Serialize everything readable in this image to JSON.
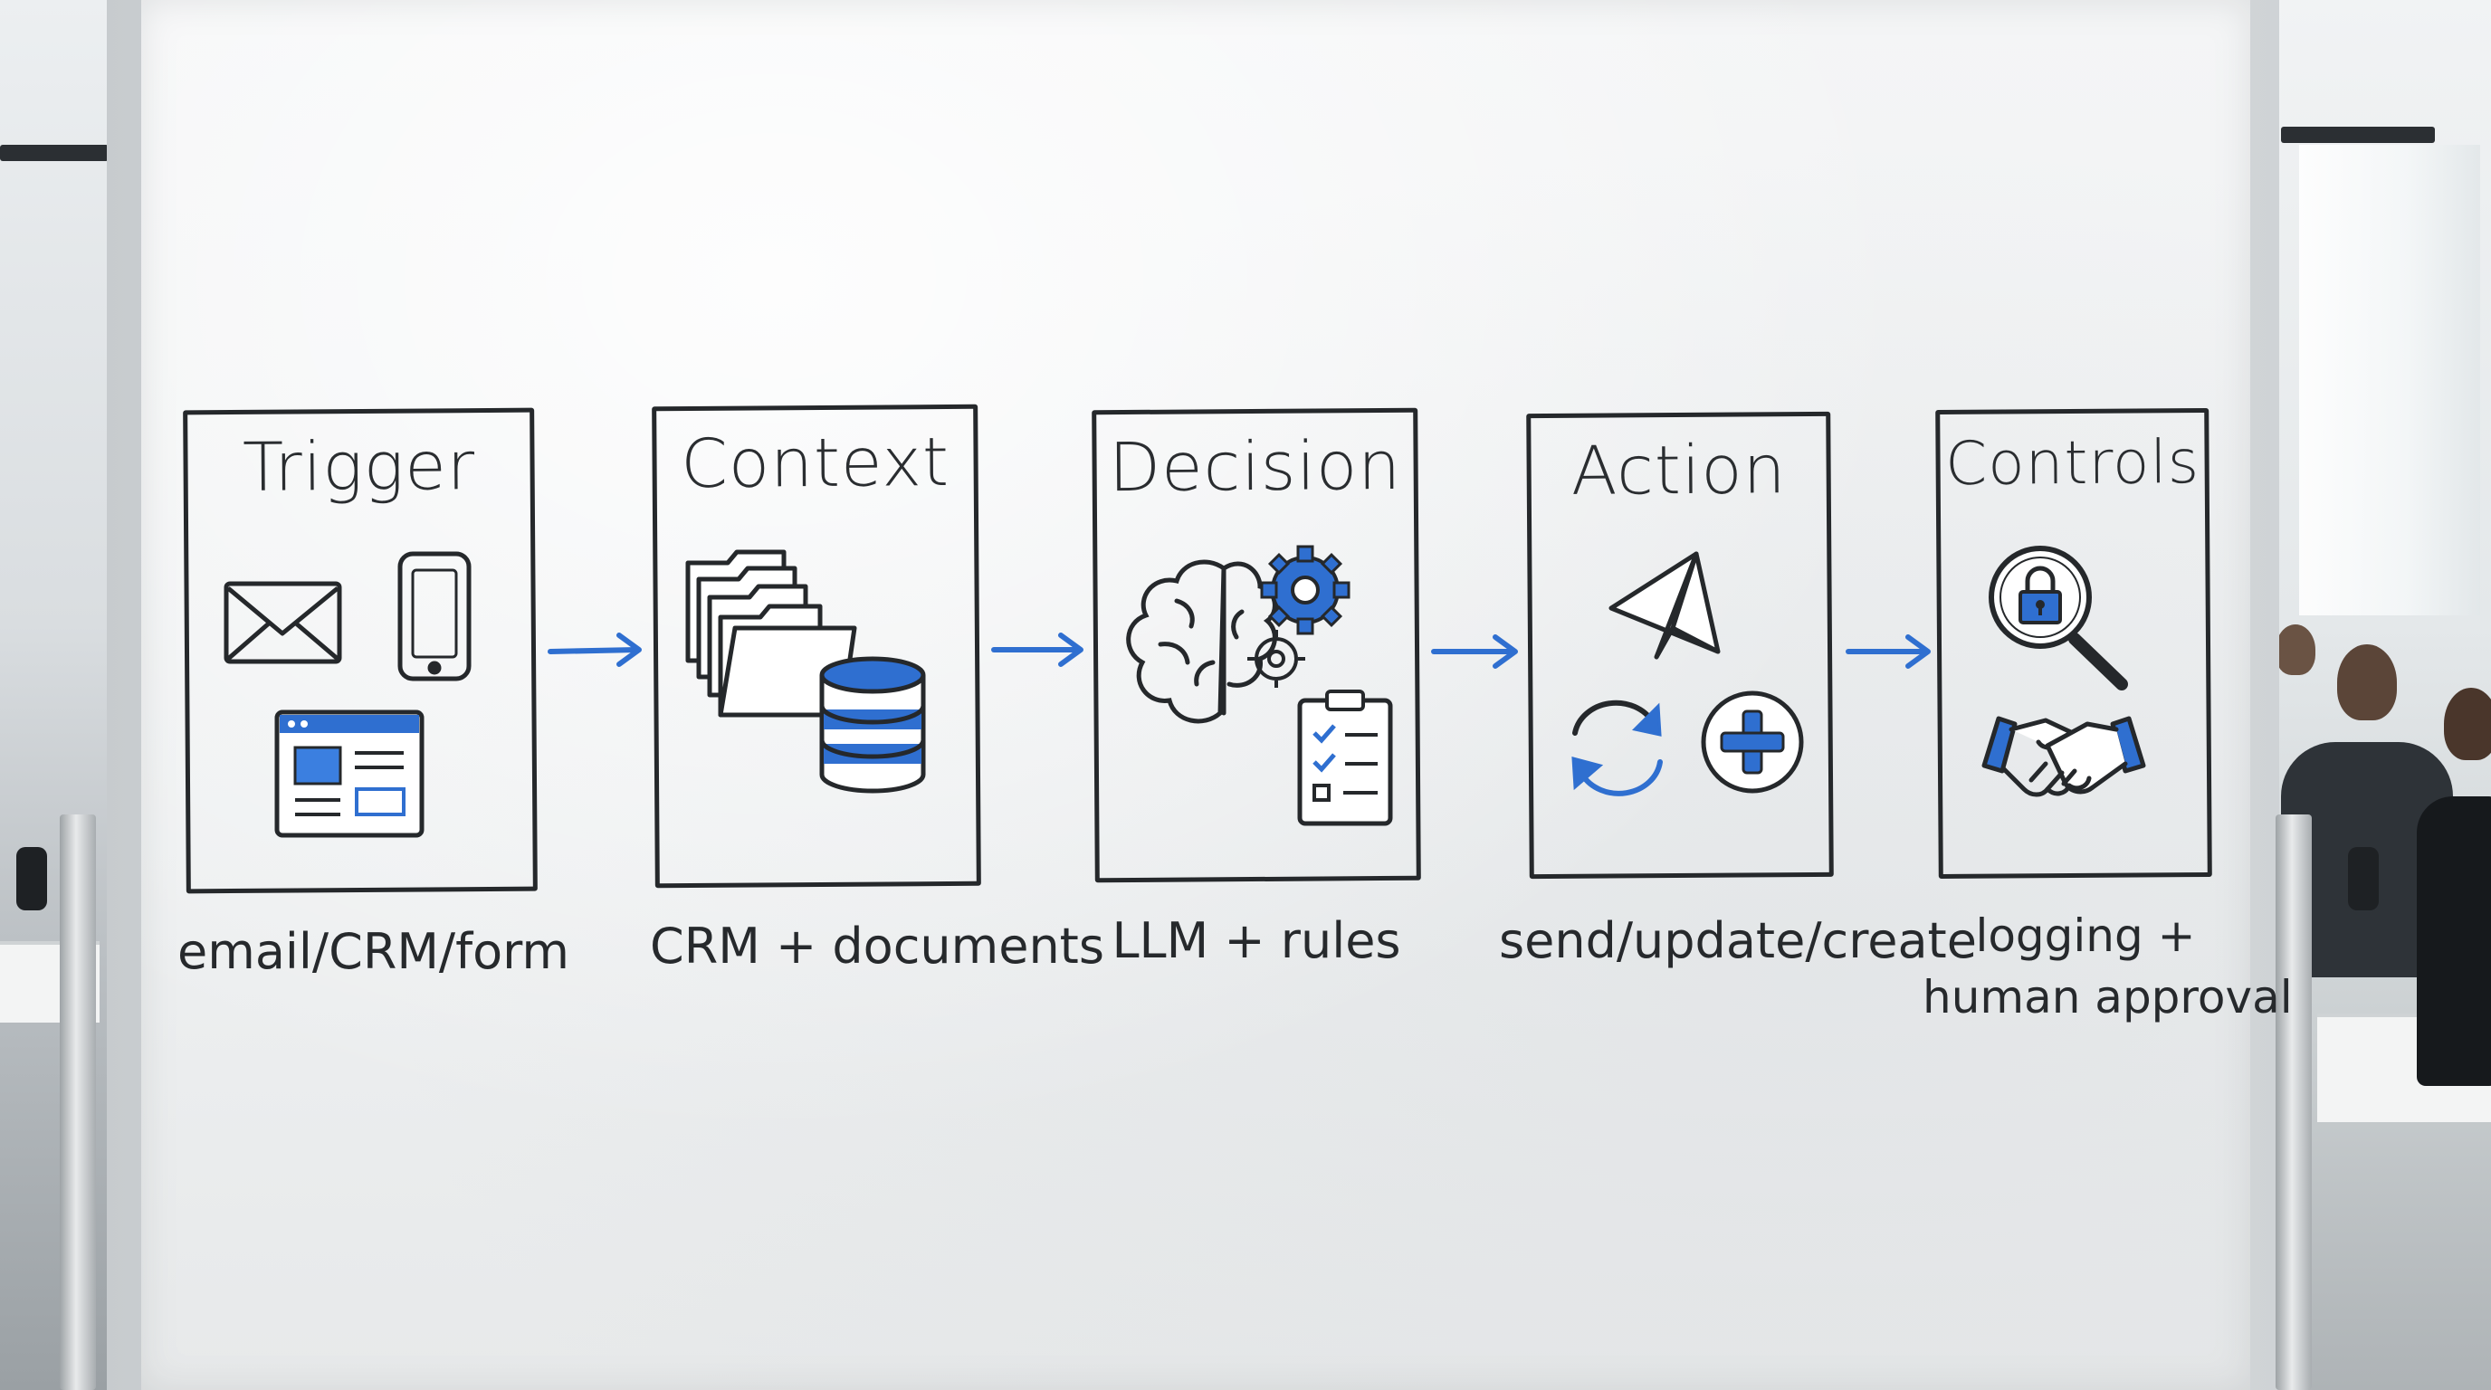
{
  "whiteboard": {
    "steps": [
      {
        "title": "Trigger",
        "caption": "email/CRM/form",
        "icons": [
          "envelope-icon",
          "phone-icon",
          "web-form-icon"
        ]
      },
      {
        "title": "Context",
        "caption": "CRM + documents",
        "icons": [
          "folders-icon",
          "database-icon"
        ]
      },
      {
        "title": "Decision",
        "caption": "LLM + rules",
        "icons": [
          "brain-icon",
          "gear-icon",
          "checklist-icon"
        ]
      },
      {
        "title": "Action",
        "caption": "send/update/create",
        "icons": [
          "paper-plane-icon",
          "refresh-icon",
          "plus-icon"
        ]
      },
      {
        "title": "Controls",
        "caption_lines": [
          "logging +",
          "human approval"
        ],
        "icons": [
          "lock-magnifier-icon",
          "handshake-icon"
        ]
      }
    ]
  },
  "colors": {
    "marker_black": "#25282b",
    "marker_blue": "#2f6fd0",
    "board": "#f0f2f3"
  }
}
